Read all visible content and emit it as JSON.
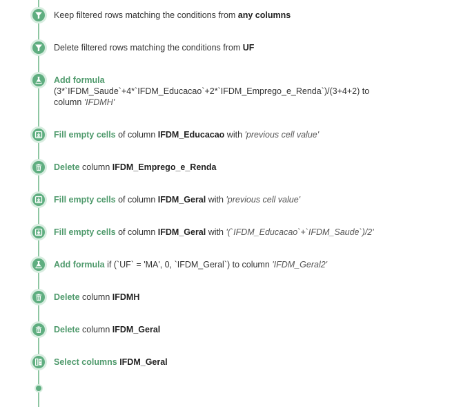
{
  "steps": [
    {
      "icon": "filter-icon",
      "prefix": "Keep filtered rows matching the conditions from ",
      "target": "any columns"
    },
    {
      "icon": "filter-icon",
      "prefix": "Delete filtered rows matching the conditions from ",
      "target": "UF"
    },
    {
      "icon": "flask-icon",
      "action": "Add formula",
      "formula_line1": "(3*`IFDM_Saude`+4*`IFDM_Educacao`+2*`IFDM_Emprego_e_Renda`)/(3+4+2) to",
      "formula_line2_prefix": "column ",
      "formula_line2_value": "'IFDMH'"
    },
    {
      "icon": "fill-icon",
      "action": "Fill empty cells",
      "mid": " of column ",
      "column": "IFDM_Educacao",
      "with": " with ",
      "value": "'previous cell value'"
    },
    {
      "icon": "trash-icon",
      "action": "Delete",
      "mid": " column ",
      "column": "IFDM_Emprego_e_Renda"
    },
    {
      "icon": "fill-icon",
      "action": "Fill empty cells",
      "mid": " of column ",
      "column": "IFDM_Geral",
      "with": " with ",
      "value": "'previous cell value'"
    },
    {
      "icon": "fill-icon",
      "action": "Fill empty cells",
      "mid": " of column ",
      "column": "IFDM_Geral",
      "with": " with ",
      "value": "'(`IFDM_Educacao`+`IFDM_Saude`)/2'"
    },
    {
      "icon": "flask-icon",
      "action": "Add formula",
      "formula": " if (`UF` = 'MA', 0, `IFDM_Geral`) to column ",
      "value": "'IFDM_Geral2'"
    },
    {
      "icon": "trash-icon",
      "action": "Delete",
      "mid": " column ",
      "column": "IFDMH"
    },
    {
      "icon": "trash-icon",
      "action": "Delete",
      "mid": " column ",
      "column": "IFDM_Geral"
    },
    {
      "icon": "columns-icon",
      "action": "Select columns",
      "mid": " ",
      "column": "IFDM_Geral"
    }
  ],
  "colors": {
    "accent": "#5fae80",
    "accent_light": "#d8ede0",
    "line": "#8ec6a2",
    "action_text": "#4f9a6c"
  }
}
